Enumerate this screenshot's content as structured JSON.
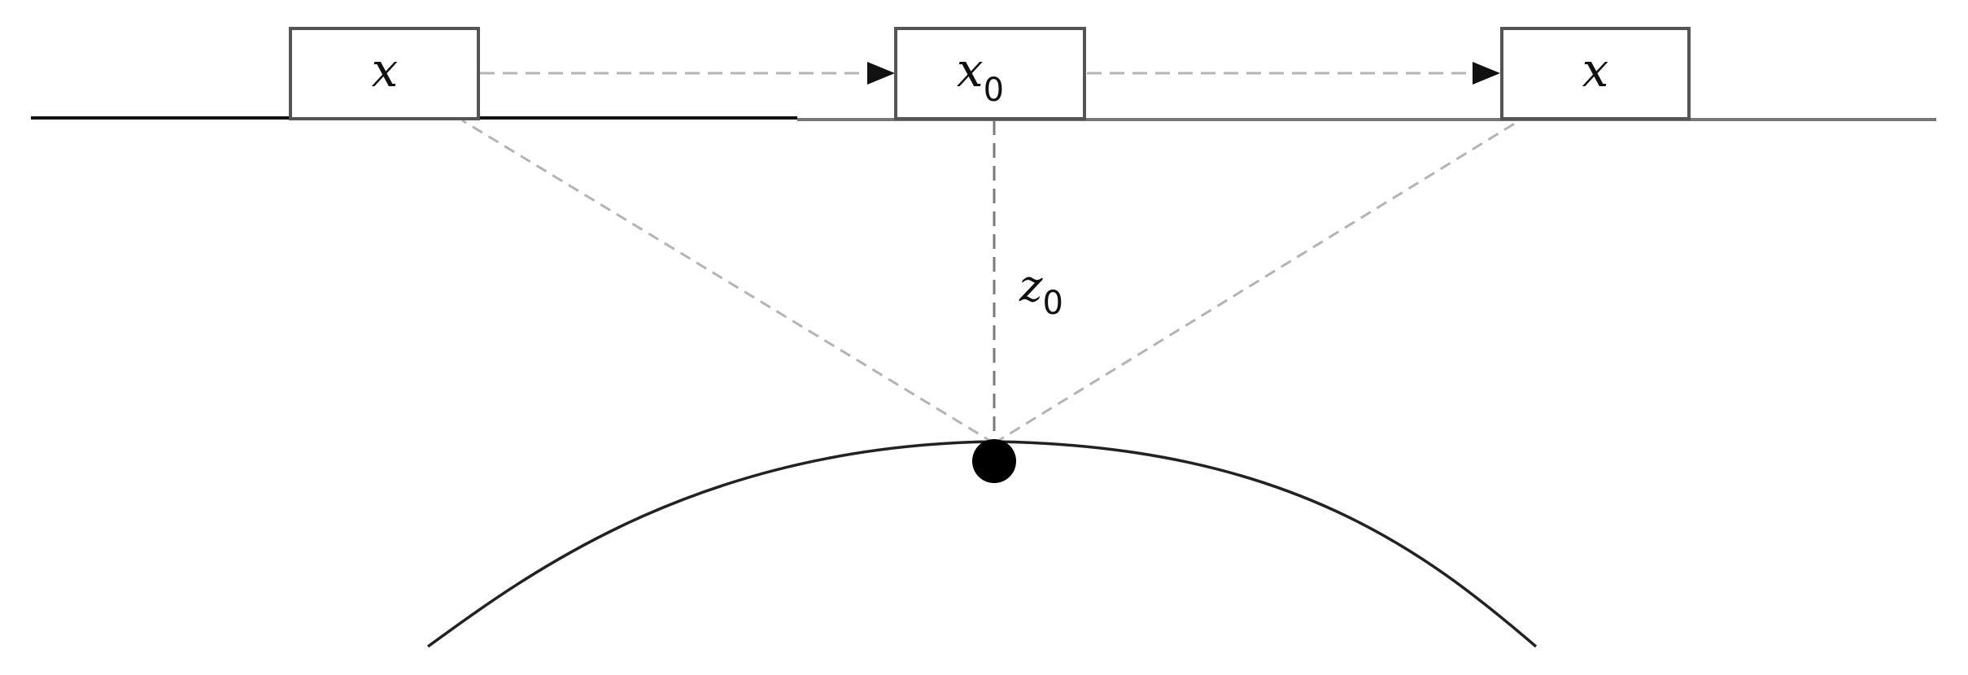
{
  "diagram": {
    "boxes": [
      {
        "id": "left",
        "label": "x",
        "subscript": ""
      },
      {
        "id": "center",
        "label": "x",
        "subscript": "0"
      },
      {
        "id": "right",
        "label": "x",
        "subscript": ""
      }
    ],
    "depth_label": {
      "label": "z",
      "subscript": "0"
    },
    "colors": {
      "box_border": "#555555",
      "dashed_light": "#b4b4b4",
      "dashed_dark": "#7a7a7a",
      "surface_left": "#111111",
      "surface_right": "#777777",
      "reflector": "#222222",
      "scatter_point": "#000000"
    }
  }
}
